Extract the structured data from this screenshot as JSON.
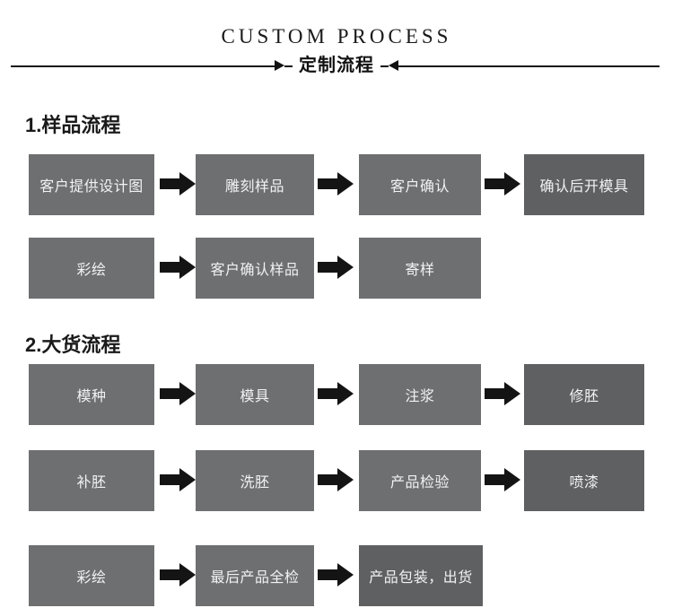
{
  "header": {
    "title_en": "CUSTOM PROCESS",
    "title_cn": "定制流程",
    "left_arrow_icon": "arrow-right-icon",
    "right_arrow_icon": "arrow-left-icon"
  },
  "sections": [
    {
      "heading": "1.样品流程",
      "rows": [
        {
          "steps": [
            "客户提供设计图",
            "雕刻样品",
            "客户确认",
            "确认后开模具"
          ]
        },
        {
          "steps": [
            "彩绘",
            "客户确认样品",
            "寄样"
          ]
        }
      ]
    },
    {
      "heading": "2.大货流程",
      "rows": [
        {
          "steps": [
            "模种",
            "模具",
            "注浆",
            "修胚"
          ]
        },
        {
          "steps": [
            "补胚",
            "洗胚",
            "产品检验",
            "喷漆"
          ]
        },
        {
          "steps": [
            "彩绘",
            "最后产品全检",
            "产品包装，出货"
          ]
        }
      ]
    }
  ],
  "steps": {
    "r1c1": "客户提供设计图",
    "r1c2": "雕刻样品",
    "r1c3": "客户确认",
    "r1c4": "确认后开模具",
    "r2c1": "彩绘",
    "r2c2": "客户确认样品",
    "r2c3": "寄样",
    "r3c1": "模种",
    "r3c2": "模具",
    "r3c3": "注浆",
    "r3c4": "修胚",
    "r4c1": "补胚",
    "r4c2": "洗胚",
    "r4c3": "产品检验",
    "r4c4": "喷漆",
    "r5c1": "彩绘",
    "r5c2": "最后产品全检",
    "r5c3": "产品包装，出货"
  },
  "colors": {
    "box_fill": "#6e6f71",
    "box_fill_dark": "#5f6062",
    "box_text": "#f2f2f2",
    "arrow": "#141414",
    "heading": "#1a1a1a",
    "background": "#ffffff"
  },
  "icons": {
    "flow_arrow": "arrow-right-icon"
  }
}
